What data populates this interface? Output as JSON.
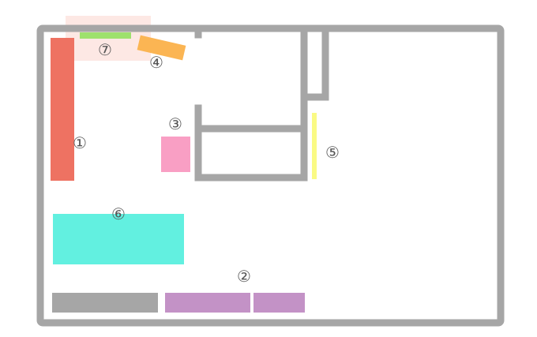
{
  "plan": {
    "colors": {
      "wall": "#a6a6a6",
      "background": "#ffffff",
      "label_text": "#555555"
    },
    "items": [
      {
        "id": "1",
        "label": "①",
        "color": "#ee7262"
      },
      {
        "id": "2",
        "label": "②",
        "color": "#c392c6"
      },
      {
        "id": "3",
        "label": "③",
        "color": "#f99fc4"
      },
      {
        "id": "4",
        "label": "④",
        "color": "#fbb553"
      },
      {
        "id": "5",
        "label": "⑤",
        "color": "#fafa84"
      },
      {
        "id": "6",
        "label": "⑥",
        "color": "#62f0e0"
      },
      {
        "id": "7",
        "label": "⑦",
        "color": "#9ee16d",
        "zone_color": "#fde8e4"
      }
    ],
    "unlabeled_block_color": "#a6a6a6"
  }
}
